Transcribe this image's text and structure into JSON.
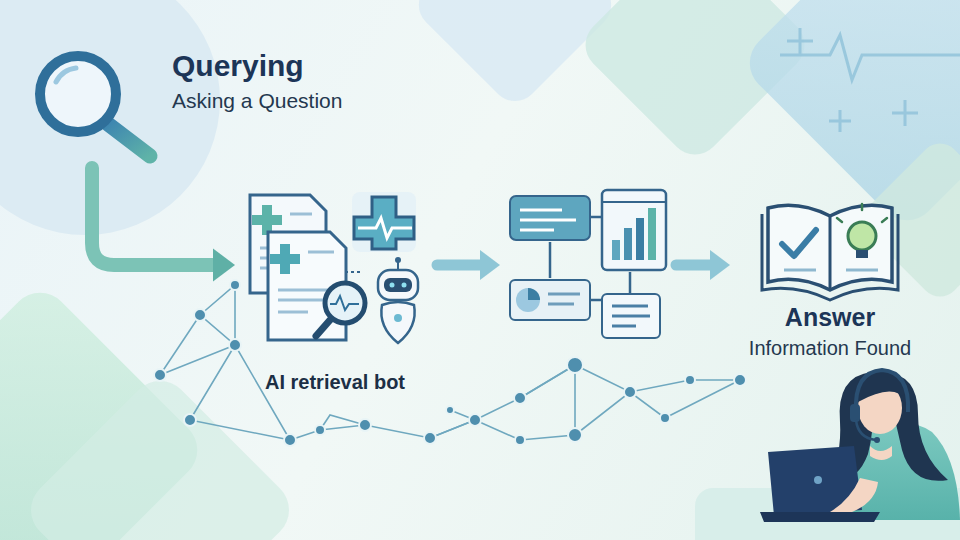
{
  "diagram": {
    "nodes": [
      {
        "text": [
          "Querying",
          "Asking a Question"
        ]
      },
      {
        "text": [
          "AI retrieval bot"
        ]
      },
      {
        "text": [
          "Answer",
          "Information Found"
        ]
      }
    ],
    "edges": [
      {
        "from": 0,
        "to": 1,
        "arrow": "to"
      },
      {
        "from": 1,
        "to": 2,
        "arrow": "to"
      }
    ]
  }
}
